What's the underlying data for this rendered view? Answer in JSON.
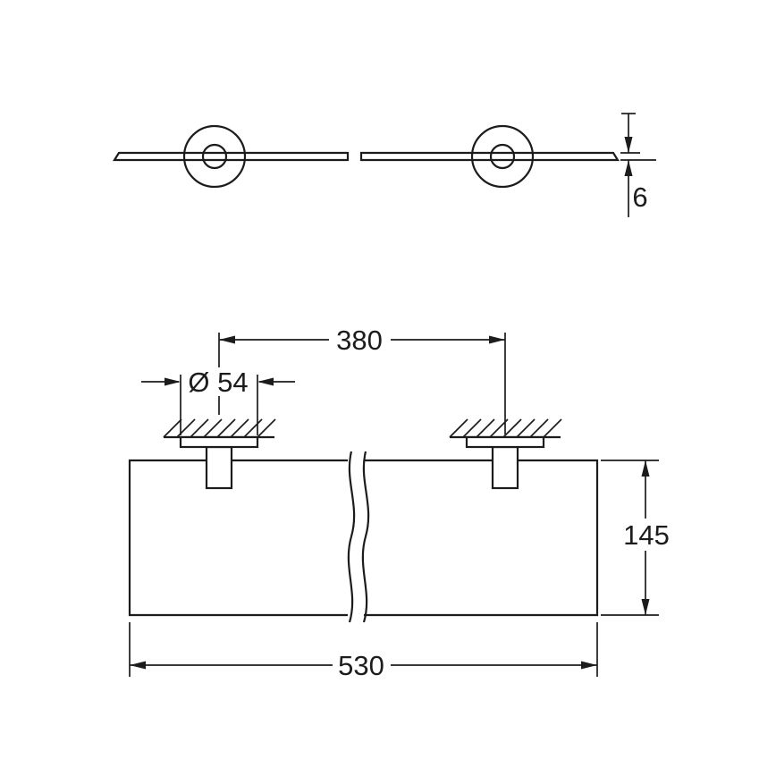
{
  "page": {
    "background": "#ffffff",
    "line_color": "#1c1c1c"
  },
  "drawing": {
    "dimensions": {
      "thickness": "6",
      "mount_spacing": "380",
      "mount_diameter": "Ø 54",
      "height": "145",
      "width": "530"
    }
  }
}
